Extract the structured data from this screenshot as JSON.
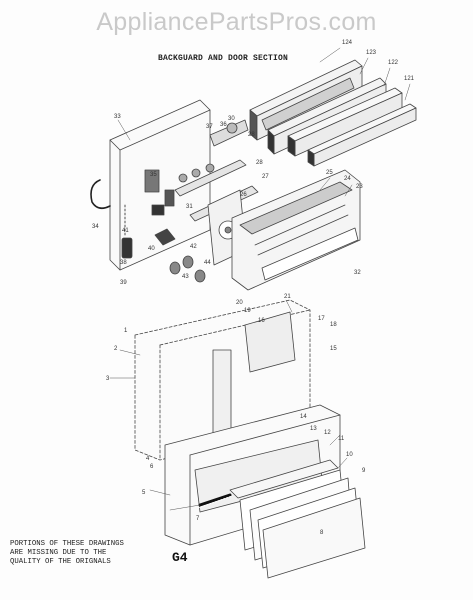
{
  "watermark": "AppliancePartsPros.com",
  "section_title": "BACKGUARD AND DOOR SECTION",
  "note_lines": [
    "PORTIONS OF THESE DRAWINGS",
    "ARE MISSING DUE TO THE",
    "QUALITY OF THE ORIGNALS"
  ],
  "page_code": "G4",
  "callouts": {
    "c124": "124",
    "c123": "123",
    "c122": "122",
    "c121": "121",
    "c30": "30",
    "c37": "37",
    "c36": "36",
    "c28a": "28",
    "c28b": "28",
    "c27": "27",
    "c35": "35",
    "c26": "26",
    "c25": "25",
    "c24": "24",
    "c23": "23",
    "c41": "41",
    "c40": "40",
    "c42": "42",
    "c43": "43",
    "c44": "44",
    "c39": "39",
    "c38": "38",
    "c32": "32",
    "c21": "21",
    "c20": "20",
    "c19": "19",
    "c18": "18",
    "c17": "17",
    "c16": "16",
    "c15": "15",
    "c14": "14",
    "c13": "13",
    "c12": "12",
    "c11": "11",
    "c10": "10",
    "c9": "9",
    "c8": "8",
    "c7": "7",
    "c6": "6",
    "c5": "5",
    "c4": "4",
    "c3": "3",
    "c2": "2",
    "c1": "1",
    "c31": "31",
    "c33": "33",
    "c34": "34"
  }
}
